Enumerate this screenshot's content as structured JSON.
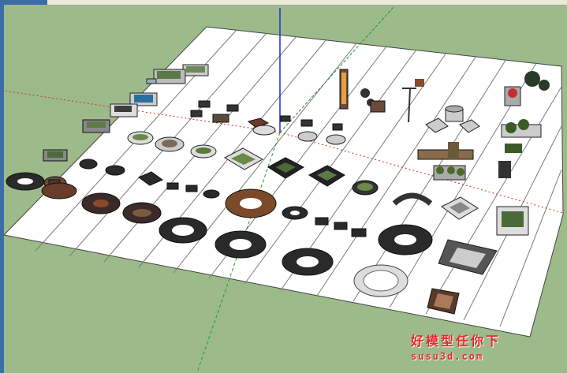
{
  "app": {
    "name": "SketchUp model viewport"
  },
  "colors": {
    "background": "#9dbb8a",
    "ground_plane": "#ffffff",
    "grid_lines": "#6a6a6a",
    "axis_blue": "#1d2fd8",
    "axis_green": "#1f9a2a",
    "axis_red": "#c0392b",
    "watermark": "#e8262a"
  },
  "watermark": {
    "chinese": "好模型任你下",
    "url": "susu3d.com"
  },
  "model_objects": [
    "planter-boxes",
    "tree-grates",
    "lamp-posts",
    "round-benches",
    "square-planters",
    "paving-patterns"
  ]
}
